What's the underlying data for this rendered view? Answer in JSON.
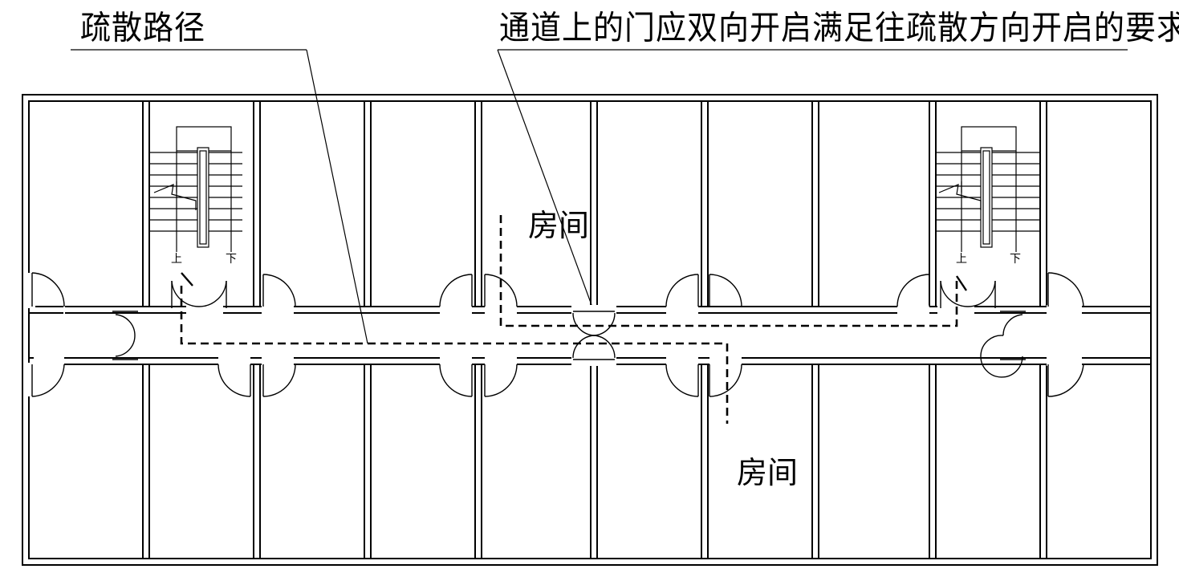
{
  "annotations": {
    "evacuation_route": "疏散路径",
    "door_requirement": "通道上的门应双向开启满足往疏散方向开启的要求"
  },
  "rooms": {
    "upper_room_label": "房间",
    "lower_room_label": "房间"
  },
  "stairs": [
    {
      "up_label": "上",
      "down_label": "下"
    },
    {
      "up_label": "上",
      "down_label": "下"
    }
  ]
}
